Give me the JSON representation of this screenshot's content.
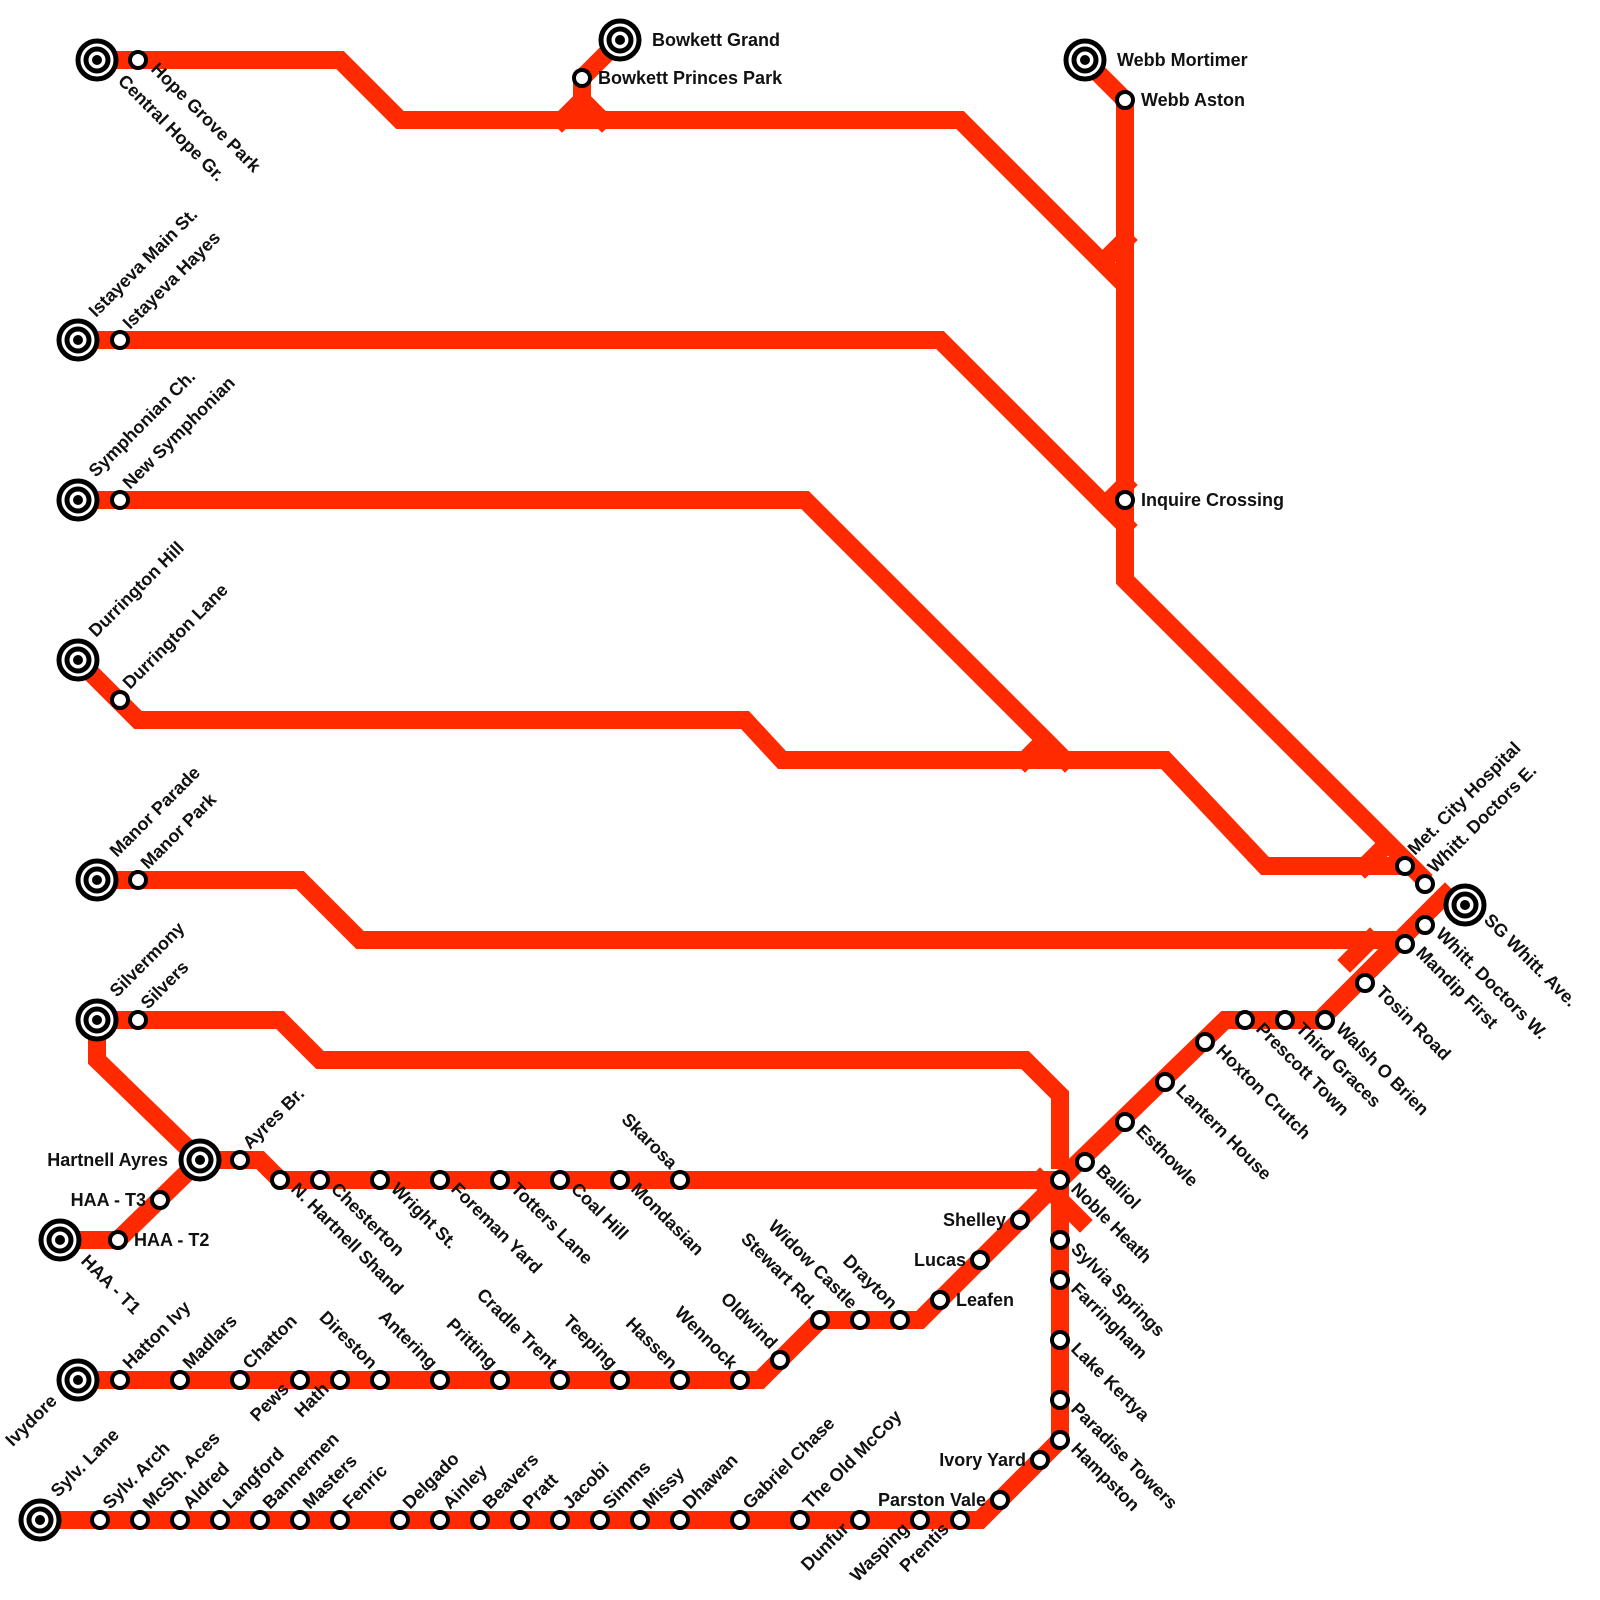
{
  "colors": {
    "line": "#ff2a00",
    "ink": "#000000",
    "background": "#ffffff"
  },
  "stations": [
    {
      "id": "central-hope-gr",
      "name": "Central Hope Gr.",
      "terminus": true
    },
    {
      "id": "hope-grove-park",
      "name": "Hope Grove Park"
    },
    {
      "id": "bowkett-grand",
      "name": "Bowkett Grand",
      "terminus": true
    },
    {
      "id": "bowkett-princes-park",
      "name": "Bowkett Princes Park"
    },
    {
      "id": "webb-mortimer",
      "name": "Webb Mortimer",
      "terminus": true
    },
    {
      "id": "webb-aston",
      "name": "Webb Aston"
    },
    {
      "id": "istayeva-main-st",
      "name": "Istayeva Main St.",
      "terminus": true
    },
    {
      "id": "istayeva-hayes",
      "name": "Istayeva Hayes"
    },
    {
      "id": "inquire-crossing",
      "name": "Inquire Crossing"
    },
    {
      "id": "symphonian-ch",
      "name": "Symphonian Ch.",
      "terminus": true
    },
    {
      "id": "new-symphonian",
      "name": "New Symphonian"
    },
    {
      "id": "durrington-hill",
      "name": "Durrington Hill",
      "terminus": true
    },
    {
      "id": "durrington-lane",
      "name": "Durrington Lane"
    },
    {
      "id": "manor-parade",
      "name": "Manor Parade",
      "terminus": true
    },
    {
      "id": "manor-park",
      "name": "Manor Park"
    },
    {
      "id": "silvermony",
      "name": "Silvermony",
      "terminus": true
    },
    {
      "id": "silvers",
      "name": "Silvers"
    },
    {
      "id": "met-city-hospital",
      "name": "Met. City Hospital"
    },
    {
      "id": "whitt-doctors-e",
      "name": "Whitt. Doctors E."
    },
    {
      "id": "sg-whitt-ave",
      "name": "SG Whitt. Ave.",
      "terminus": true
    },
    {
      "id": "whitt-doctors-w",
      "name": "Whitt. Doctors W."
    },
    {
      "id": "mandip-first",
      "name": "Mandip First"
    },
    {
      "id": "tosin-road",
      "name": "Tosin Road"
    },
    {
      "id": "walsh-o-brien",
      "name": "Walsh O Brien"
    },
    {
      "id": "third-graces",
      "name": "Third Graces"
    },
    {
      "id": "prescott-town",
      "name": "Prescott Town"
    },
    {
      "id": "hoxton-crutch",
      "name": "Hoxton Crutch"
    },
    {
      "id": "lantern-house",
      "name": "Lantern House"
    },
    {
      "id": "esthowle",
      "name": "Esthowle"
    },
    {
      "id": "balliol",
      "name": "Balliol"
    },
    {
      "id": "hartnell-ayres",
      "name": "Hartnell Ayres",
      "terminus": true
    },
    {
      "id": "ayres-br",
      "name": "Ayres Br."
    },
    {
      "id": "haa-t3",
      "name": "HAA - T3"
    },
    {
      "id": "haa-t1",
      "name": "HAA - T1",
      "terminus": true
    },
    {
      "id": "haa-t2",
      "name": "HAA - T2"
    },
    {
      "id": "n-hartnell-shand",
      "name": "N. Hartnell Shand"
    },
    {
      "id": "chesterton",
      "name": "Chesterton"
    },
    {
      "id": "wright-st",
      "name": "Wright St."
    },
    {
      "id": "foreman-yard",
      "name": "Foreman Yard"
    },
    {
      "id": "totters-lane",
      "name": "Totters Lane"
    },
    {
      "id": "coal-hill",
      "name": "Coal Hill"
    },
    {
      "id": "mondasian",
      "name": "Mondasian"
    },
    {
      "id": "skarosa",
      "name": "Skarosa"
    },
    {
      "id": "noble-heath",
      "name": "Noble Heath"
    },
    {
      "id": "shelley",
      "name": "Shelley"
    },
    {
      "id": "lucas",
      "name": "Lucas"
    },
    {
      "id": "leafen",
      "name": "Leafen"
    },
    {
      "id": "drayton",
      "name": "Drayton"
    },
    {
      "id": "widow-castle",
      "name": "Widow Castle"
    },
    {
      "id": "stewart-rd",
      "name": "Stewart Rd."
    },
    {
      "id": "oldwind",
      "name": "Oldwind"
    },
    {
      "id": "wennock",
      "name": "Wennock"
    },
    {
      "id": "hassen",
      "name": "Hassen"
    },
    {
      "id": "teeping",
      "name": "Teeping"
    },
    {
      "id": "cradle-trent",
      "name": "Cradle Trent"
    },
    {
      "id": "pritting",
      "name": "Pritting"
    },
    {
      "id": "antering",
      "name": "Antering"
    },
    {
      "id": "direston",
      "name": "Direston"
    },
    {
      "id": "hath",
      "name": "Hath"
    },
    {
      "id": "pews",
      "name": "Pews"
    },
    {
      "id": "chatton",
      "name": "Chatton"
    },
    {
      "id": "madlars",
      "name": "Madlars"
    },
    {
      "id": "hatton-ivy",
      "name": "Hatton Ivy"
    },
    {
      "id": "ivydore",
      "name": "Ivydore",
      "terminus": true
    },
    {
      "id": "sylvia-springs",
      "name": "Sylvia Springs"
    },
    {
      "id": "farringham",
      "name": "Farringham"
    },
    {
      "id": "lake-kertya",
      "name": "Lake Kertya"
    },
    {
      "id": "paradise-towers",
      "name": "Paradise Towers"
    },
    {
      "id": "hampston",
      "name": "Hampston"
    },
    {
      "id": "ivory-yard",
      "name": "Ivory Yard"
    },
    {
      "id": "parston-vale",
      "name": "Parston Vale"
    },
    {
      "id": "prentis",
      "name": "Prentis"
    },
    {
      "id": "wasping",
      "name": "Wasping"
    },
    {
      "id": "dunfur",
      "name": "Dunfur"
    },
    {
      "id": "the-old-mccoy",
      "name": "The Old McCoy"
    },
    {
      "id": "gabriel-chase",
      "name": "Gabriel Chase"
    },
    {
      "id": "dhawan",
      "name": "Dhawan"
    },
    {
      "id": "missy",
      "name": "Missy"
    },
    {
      "id": "simms",
      "name": "Simms"
    },
    {
      "id": "jacobi",
      "name": "Jacobi"
    },
    {
      "id": "pratt",
      "name": "Pratt"
    },
    {
      "id": "beavers",
      "name": "Beavers"
    },
    {
      "id": "ainley",
      "name": "Ainley"
    },
    {
      "id": "delgado",
      "name": "Delgado"
    },
    {
      "id": "fenric",
      "name": "Fenric"
    },
    {
      "id": "masters",
      "name": "Masters"
    },
    {
      "id": "bannermen",
      "name": "Bannermen"
    },
    {
      "id": "langford",
      "name": "Langford"
    },
    {
      "id": "aldred",
      "name": "Aldred"
    },
    {
      "id": "mcsh-aces",
      "name": "McSh. Aces"
    },
    {
      "id": "sylv-arch",
      "name": "Sylv. Arch"
    },
    {
      "id": "sylv-lane",
      "name": "Sylv. Lane",
      "terminus": true
    }
  ]
}
